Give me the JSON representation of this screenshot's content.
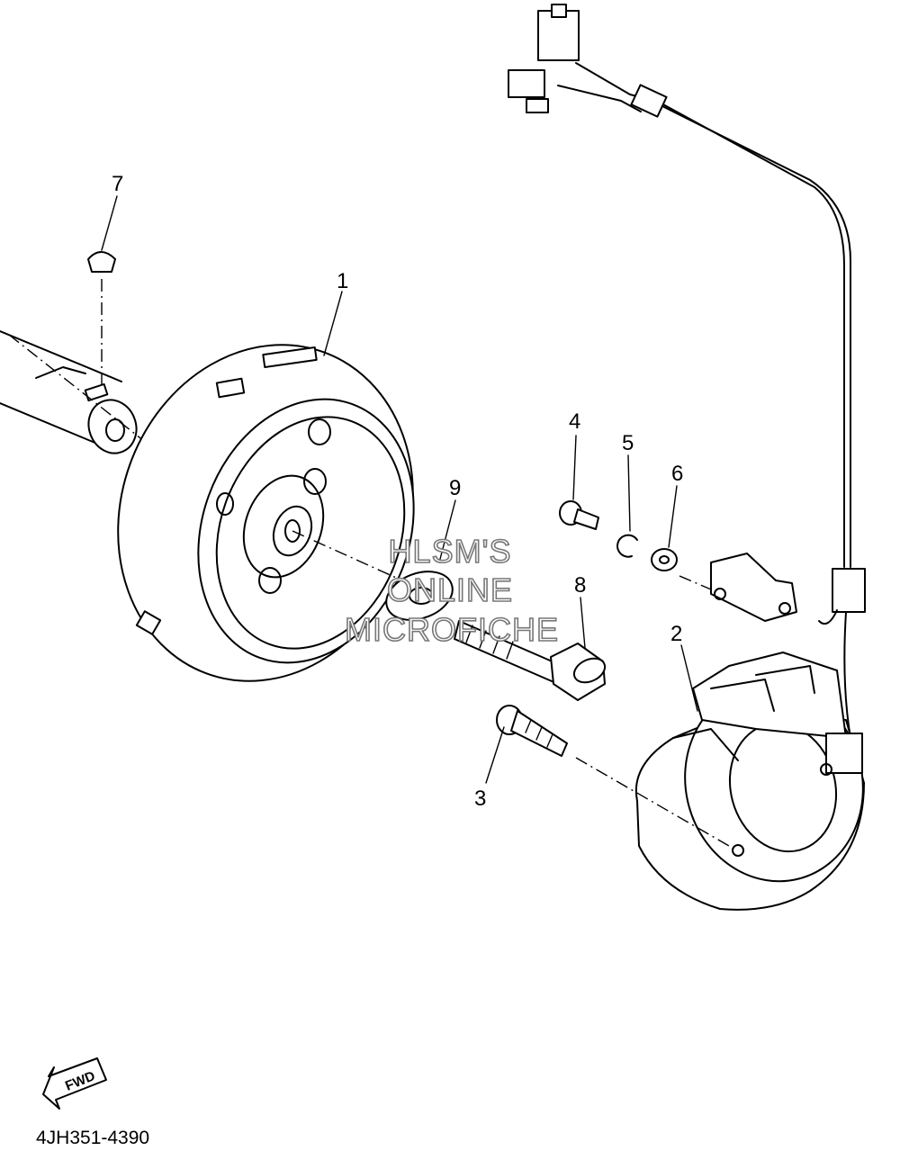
{
  "diagram": {
    "callouts": {
      "c1": "1",
      "c2": "2",
      "c3": "3",
      "c4": "4",
      "c5": "5",
      "c6": "6",
      "c7": "7",
      "c8": "8",
      "c9": "9"
    },
    "watermark": [
      "HLSM'S",
      "ONLINE",
      "MICROFICHE"
    ],
    "fwd_label": "FWD",
    "diagram_code": "4JH351-4390"
  }
}
